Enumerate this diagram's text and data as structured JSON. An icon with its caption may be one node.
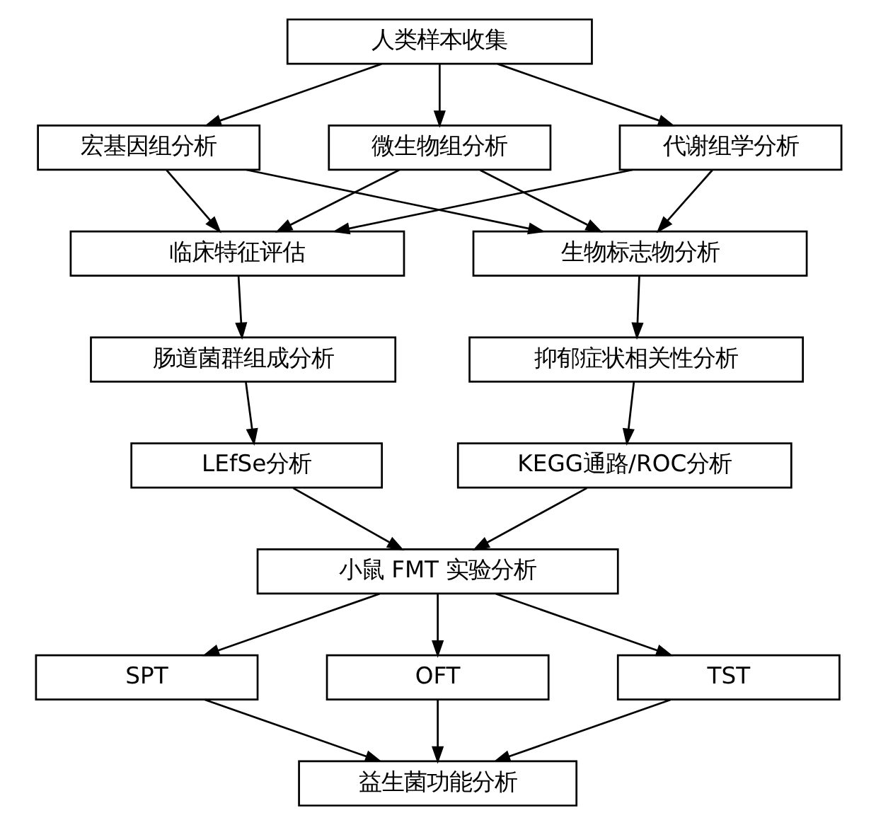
{
  "diagram": {
    "nodes": [
      {
        "text": [
          "人类样本收集"
        ]
      },
      {
        "text": [
          "宏基因组分析"
        ]
      },
      {
        "text": [
          "微生物组分析"
        ]
      },
      {
        "text": [
          "代谢组学分析"
        ]
      },
      {
        "text": [
          "临床特征评估"
        ]
      },
      {
        "text": [
          "肠道菌群组成分析"
        ]
      },
      {
        "text": [
          "LEfSe分析"
        ]
      },
      {
        "text": [
          "生物标志物分析"
        ]
      },
      {
        "text": [
          "抑郁症状相关性分析"
        ]
      },
      {
        "text": [
          "KEGG通路/ROC分析"
        ]
      },
      {
        "text": [
          "小鼠 FMT 实验分析"
        ]
      },
      {
        "text": [
          "SPT"
        ]
      },
      {
        "text": [
          "OFT"
        ]
      },
      {
        "text": [
          "TST"
        ]
      },
      {
        "text": [
          "益生菌功能分析"
        ]
      }
    ],
    "edges": [
      {
        "from": 0,
        "to": 1,
        "arrow": "to"
      },
      {
        "from": 0,
        "to": 2,
        "arrow": "to"
      },
      {
        "from": 0,
        "to": 3,
        "arrow": "to"
      },
      {
        "from": 1,
        "to": 4,
        "arrow": "to"
      },
      {
        "from": 1,
        "to": 7,
        "arrow": "to"
      },
      {
        "from": 2,
        "to": 4,
        "arrow": "to"
      },
      {
        "from": 2,
        "to": 7,
        "arrow": "to"
      },
      {
        "from": 3,
        "to": 4,
        "arrow": "to"
      },
      {
        "from": 3,
        "to": 7,
        "arrow": "to"
      },
      {
        "from": 4,
        "to": 5,
        "arrow": "to"
      },
      {
        "from": 5,
        "to": 6,
        "arrow": "to"
      },
      {
        "from": 7,
        "to": 8,
        "arrow": "to"
      },
      {
        "from": 8,
        "to": 9,
        "arrow": "to"
      },
      {
        "from": 6,
        "to": 10,
        "arrow": "to"
      },
      {
        "from": 9,
        "to": 10,
        "arrow": "to"
      },
      {
        "from": 10,
        "to": 11,
        "arrow": "to"
      },
      {
        "from": 10,
        "to": 12,
        "arrow": "to"
      },
      {
        "from": 10,
        "to": 13,
        "arrow": "to"
      },
      {
        "from": 11,
        "to": 14,
        "arrow": "to"
      },
      {
        "from": 12,
        "to": 14,
        "arrow": "to"
      },
      {
        "from": 13,
        "to": 14,
        "arrow": "to"
      }
    ]
  }
}
